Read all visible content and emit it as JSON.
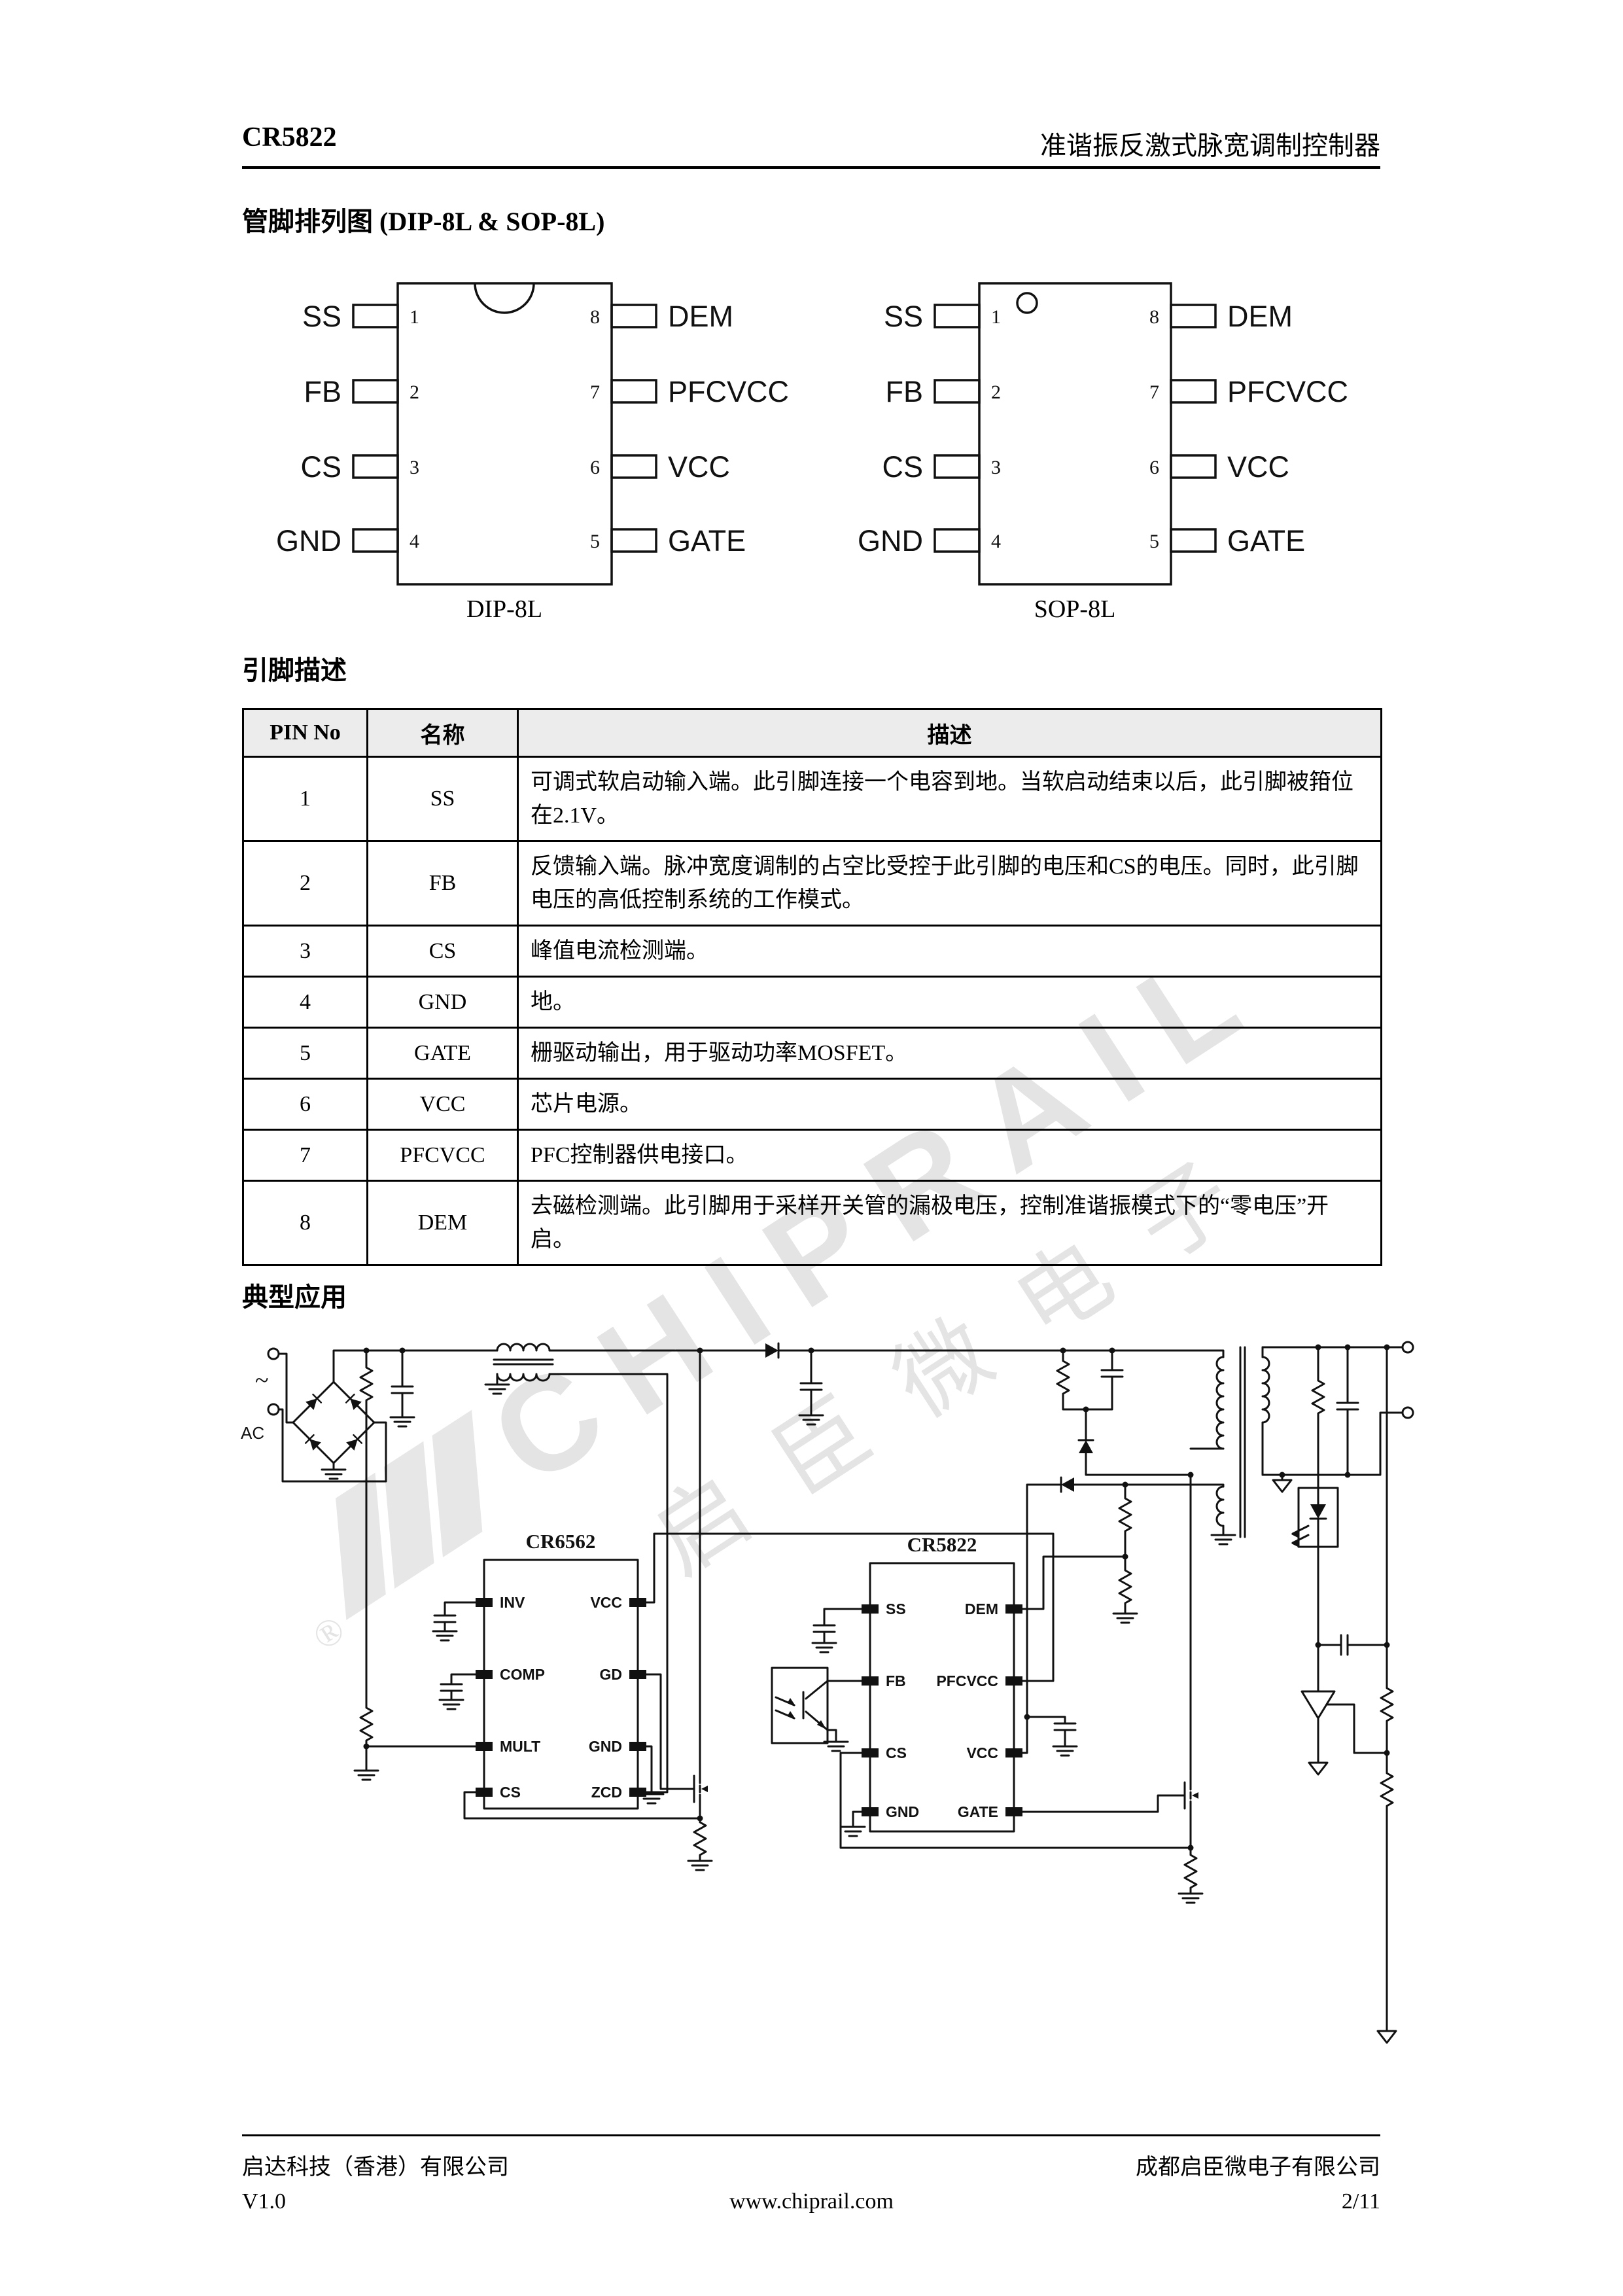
{
  "header": {
    "left": "CR5822",
    "right": "准谐振反激式脉宽调制控制器"
  },
  "pinout": {
    "title": "管脚排列图  (DIP-8L & SOP-8L)",
    "pins": [
      {
        "num": "1",
        "name": "SS"
      },
      {
        "num": "2",
        "name": "FB"
      },
      {
        "num": "3",
        "name": "CS"
      },
      {
        "num": "4",
        "name": "GND"
      },
      {
        "num": "5",
        "name": "GATE"
      },
      {
        "num": "6",
        "name": "VCC"
      },
      {
        "num": "7",
        "name": "PFCVCC"
      },
      {
        "num": "8",
        "name": "DEM"
      }
    ],
    "dip_caption": "DIP-8L",
    "sop_caption": "SOP-8L"
  },
  "pin_table": {
    "section_title": "引脚描述",
    "headers": [
      "PIN No",
      "名称",
      "描述"
    ],
    "rows": [
      {
        "no": "1",
        "name": "SS",
        "desc": "可调式软启动输入端。此引脚连接一个电容到地。当软启动结束以后，此引脚被箝位在2.1V。"
      },
      {
        "no": "2",
        "name": "FB",
        "desc": "反馈输入端。脉冲宽度调制的占空比受控于此引脚的电压和CS的电压。同时，此引脚电压的高低控制系统的工作模式。"
      },
      {
        "no": "3",
        "name": "CS",
        "desc": "峰值电流检测端。"
      },
      {
        "no": "4",
        "name": "GND",
        "desc": "地。"
      },
      {
        "no": "5",
        "name": "GATE",
        "desc": "栅驱动输出，用于驱动功率MOSFET。"
      },
      {
        "no": "6",
        "name": "VCC",
        "desc": "芯片电源。"
      },
      {
        "no": "7",
        "name": "PFCVCC",
        "desc": "PFC控制器供电接口。"
      },
      {
        "no": "8",
        "name": "DEM",
        "desc": "去磁检测端。此引脚用于采样开关管的漏极电压，控制准谐振模式下的“零电压”开启。"
      }
    ]
  },
  "application": {
    "section_title": "典型应用",
    "ac_label": "AC",
    "cr6562": {
      "name": "CR6562",
      "pins_left": [
        "INV",
        "COMP",
        "MULT",
        "CS"
      ],
      "pins_right": [
        "VCC",
        "GD",
        "GND",
        "ZCD"
      ]
    },
    "cr5822": {
      "name": "CR5822",
      "pins_left": [
        "SS",
        "FB",
        "CS",
        "GND"
      ],
      "pins_right": [
        "DEM",
        "PFCVCC",
        "VCC",
        "GATE"
      ]
    }
  },
  "footer": {
    "company_left": "启达科技（香港）有限公司",
    "company_right": "成都启臣微电子有限公司",
    "version": "V1.0",
    "website": "www.chiprail.com",
    "page": "2/11"
  },
  "watermark": {
    "reg": "®",
    "line1": "CHIPRAIL",
    "line2": "启臣微电子"
  }
}
